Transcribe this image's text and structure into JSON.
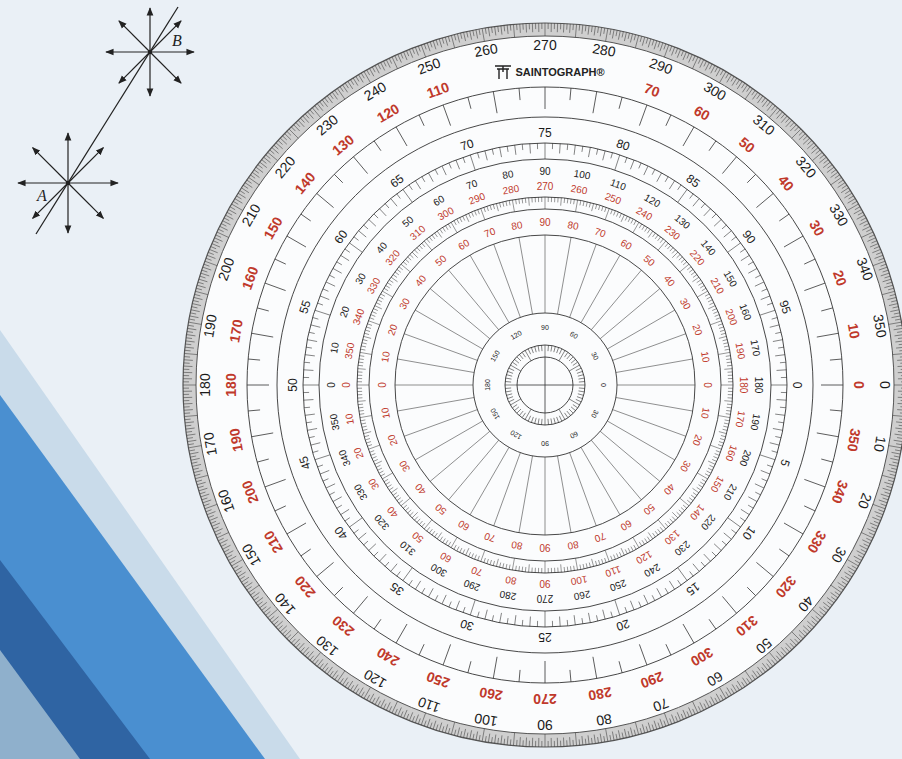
{
  "diagram": {
    "labels": [
      "A",
      "B",
      "SAINTOGRAPH®",
      "0",
      "10",
      "20",
      "30",
      "40",
      "50",
      "60",
      "70",
      "80",
      "90",
      "100",
      "110",
      "120",
      "130",
      "140",
      "150",
      "160",
      "170",
      "180",
      "190",
      "200",
      "210",
      "220",
      "230",
      "240",
      "250",
      "260",
      "270",
      "280",
      "290",
      "300",
      "310",
      "320",
      "330",
      "340",
      "350",
      "0",
      "10",
      "20",
      "30",
      "40",
      "50",
      "60",
      "70",
      "110",
      "120",
      "130",
      "140",
      "150",
      "160",
      "170",
      "180",
      "190",
      "200",
      "210",
      "220",
      "230",
      "240",
      "250",
      "260",
      "270",
      "280",
      "290",
      "300",
      "310",
      "320",
      "330",
      "340",
      "350",
      "0",
      "5",
      "10",
      "15",
      "20",
      "25",
      "30",
      "35",
      "40",
      "45",
      "50",
      "55",
      "60",
      "65",
      "70",
      "75",
      "80",
      "85",
      "90",
      "95",
      "0",
      "10",
      "20",
      "30",
      "40",
      "50",
      "60",
      "70",
      "80",
      "90",
      "100",
      "110",
      "120",
      "130",
      "140",
      "150",
      "160",
      "170",
      "180",
      "190",
      "200",
      "210",
      "220",
      "230",
      "240",
      "250",
      "260",
      "270",
      "280",
      "290",
      "300",
      "310",
      "320",
      "330",
      "340",
      "350",
      "0",
      "10",
      "20",
      "30",
      "40",
      "50",
      "60",
      "70",
      "80",
      "90",
      "100",
      "110",
      "120",
      "130",
      "140",
      "150",
      "160",
      "170",
      "180",
      "190",
      "200",
      "210",
      "220",
      "230",
      "240",
      "250",
      "260",
      "270",
      "280",
      "290",
      "300",
      "310",
      "320",
      "330",
      "340",
      "350",
      "0",
      "10",
      "20",
      "30",
      "40",
      "50",
      "60",
      "70",
      "80",
      "90",
      "80",
      "70",
      "60",
      "50",
      "40",
      "30",
      "20",
      "10",
      "0",
      "10",
      "20",
      "30",
      "40",
      "50",
      "60",
      "70",
      "80",
      "90",
      "80",
      "70",
      "60",
      "50",
      "40",
      "30",
      "20",
      "10",
      "0",
      "30",
      "60",
      "90",
      "120",
      "150",
      "180",
      "150",
      "120",
      "90",
      "60",
      "30"
    ]
  }
}
